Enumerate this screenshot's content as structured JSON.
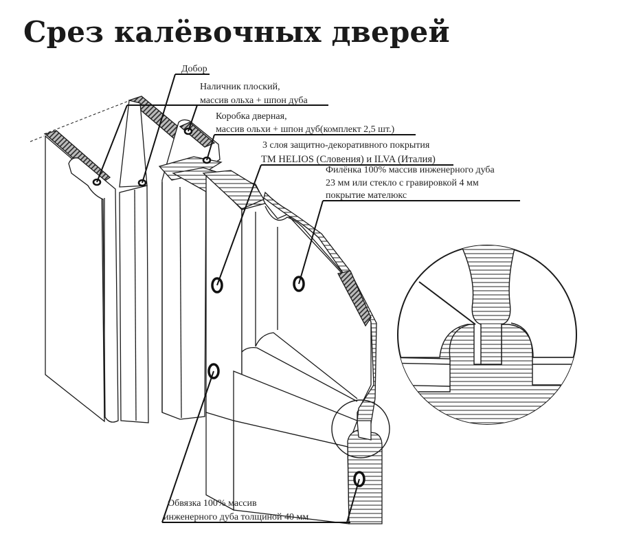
{
  "title": "Срез калёвочных дверей",
  "labels": {
    "dobor": "Добор",
    "nalichnik_1": "Наличник плоский,",
    "nalichnik_2": "массив ольха + шпон дуба",
    "korobka_1": "Коробка дверная,",
    "korobka_2": "массив ольхи + шпон дуб(комплект 2,5 шт.)",
    "coating_1": "3 слоя защитно-декоративного покрытия",
    "coating_2": "TM HELIOS (Словения)  и  ILVA (Италия)",
    "filenka_1": "Филёнка 100% массив инженерного дуба",
    "filenka_2": "23 мм или стекло с гравировкой 4 мм",
    "filenka_3": "покрытие мателюкс",
    "obvyazka_1": "Обвязка 100% массив",
    "obvyazka_2": "инженерного дуба толщиной 40 мм"
  }
}
